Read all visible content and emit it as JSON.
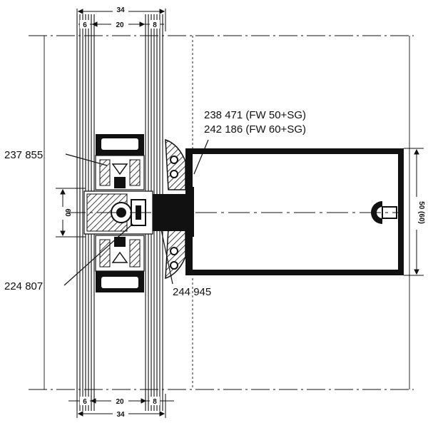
{
  "labels": {
    "part_top_1": "238 471 (FW 50+SG)",
    "part_top_2": "242 186 (FW 60+SG)",
    "part_left_top": "237 855",
    "part_left_bottom": "224 807",
    "part_bottom_right": "244 945"
  },
  "dimensions": {
    "top_total": "34",
    "top_left": "6",
    "top_middle": "20",
    "top_right": "8",
    "bottom_total": "34",
    "bottom_left": "6",
    "bottom_middle": "20",
    "bottom_right": "8",
    "left_vertical": "60",
    "right_vertical": "50 (60)"
  }
}
